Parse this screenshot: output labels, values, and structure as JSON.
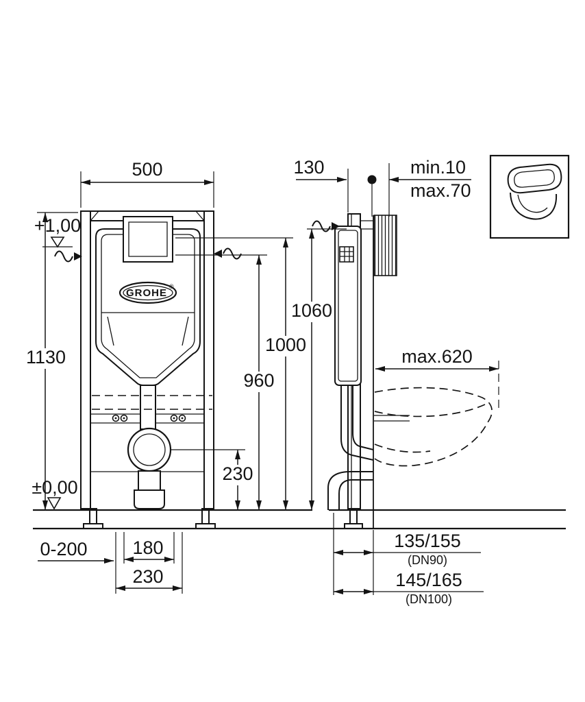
{
  "drawing": {
    "brand": "GROHE",
    "brand_mark": "®",
    "front": {
      "width": "500",
      "height": "1130",
      "level_top": "+1,00",
      "level_floor": "±0,00",
      "flush_bend_height": "230",
      "plate_center_height": "960",
      "plate_top_height": "1000",
      "floor_buildup": "0-200",
      "fixing_span_inner": "180",
      "fixing_span_outer": "230"
    },
    "side": {
      "depth": "130",
      "height": "1060",
      "wall_bracket_min": "min.10",
      "wall_bracket_max": "max.70",
      "bowl_projection": "max.620",
      "outlet_dn90": "135/155",
      "outlet_dn90_note": "(DN90)",
      "outlet_dn100": "145/165",
      "outlet_dn100_note": "(DN100)"
    }
  }
}
